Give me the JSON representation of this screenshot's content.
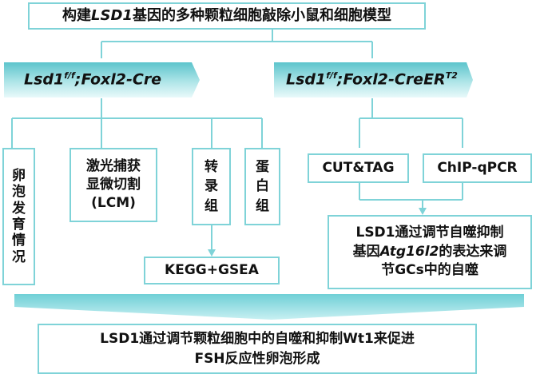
{
  "title": {
    "pre": "构建",
    "ital": "LSD1",
    "post": "基因的多种颗粒细胞敲除小鼠和细胞模型"
  },
  "left_model": {
    "base": "Lsd1",
    "sup": "f/f",
    "rest": ";Foxl2-Cre"
  },
  "right_model": {
    "base": "Lsd1",
    "sup": "f/f",
    "rest": ";Foxl2-CreER",
    "sup2": "T2"
  },
  "methods": {
    "follicle": [
      "卵",
      "泡",
      "发",
      "育",
      "情",
      "况"
    ],
    "lcm": [
      "激光捕获",
      "显微切割",
      "(LCM)"
    ],
    "transcriptome": [
      "转",
      "录",
      "组"
    ],
    "proteome": [
      "蛋",
      "白",
      "组"
    ],
    "cut_tag": "CUT&TAG",
    "chip": "ChIP-qPCR",
    "kegg": "KEGG+GSEA"
  },
  "mechanism": {
    "line1": "LSD1通过调节自噬抑制",
    "line2_pre": "基因",
    "line2_ital": "Atg16l2",
    "line2_post": "的表达来调",
    "line3": "节GCs中的自噬"
  },
  "conclusion": {
    "line1": "LSD1通过调节颗粒细胞中的自噬和抑制Wt1来促进",
    "line2": "FSH反应性卵泡形成"
  },
  "colors": {
    "accent": "#7fd3d8",
    "banner_top": "#5cc4cc",
    "banner_bottom": "#e6f8f9"
  }
}
